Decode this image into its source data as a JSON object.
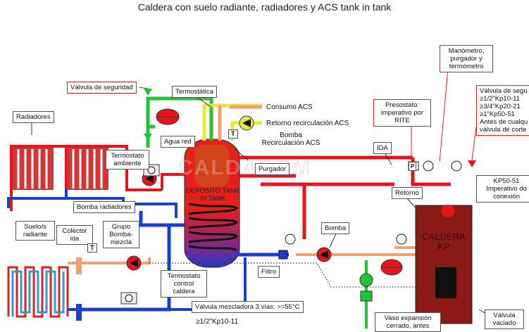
{
  "title": "Caldera con suelo radiante, radiadores y ACS tank in tank",
  "watermark": "CALDAROM",
  "labels": {
    "valvula_seguridad": "Válvula de seguridad",
    "termostatica": "Termostática",
    "consumo_acs": "Consumo ACS",
    "retorno_recirculacion": "Retorno recirculación ACS",
    "bomba_recirculacion": "Bomba Recirculación ACS",
    "radiadores": "Radiadores",
    "agua_red": "Agua red",
    "termostato_ambiente": "Termostato ambiente",
    "purgador": "Purgador",
    "bomba_radiadores": "Bomba radiadores",
    "deposito": "DEPOSITO TANK IN TANK",
    "suelo_radiante": "Suelo/s radiante",
    "colector_ida": "Colector ida",
    "grupo_bomba_mezcla": "Grupo Bomba-mezcla",
    "termostato_control": "Termostato control caldera",
    "filtro": "Filtro",
    "bomba": "Bomba",
    "retorno": "Retorno",
    "ida": "IDA",
    "presostato": "Presostato: imperativo por RITE",
    "manometro": "Manómetro, purgador y termómetro",
    "valvula_seguridad_sizes": "Válvula de segu ≥1/2\"Kp10-11 ≥3/4\"Kp20-21 ≥1\"Kp50-51 Antes de cualqu válvula de corte",
    "kp_note": "KP50-51 Imperativo do conexión",
    "caldera": "CALDERA KP",
    "vaso_expansion": "Vaso expansión cerrado, antes",
    "valvula_mezcladora": "Válvula mezcladora 3 vías: >=55°C",
    "bottom_sizes": "≥1/2\"Kp10-11",
    "valvula_vaciado": "Válvula vaciado",
    "t_symbol": "T",
    "p_symbol": "P"
  },
  "colors": {
    "hot": "#e8141c",
    "cold": "#1a3fd0",
    "warm_return": "#f2a070",
    "supply_green": "#22c432",
    "yellow": "#e8e83a",
    "tank": "#e8241c",
    "boiler": "#8a1a16"
  }
}
